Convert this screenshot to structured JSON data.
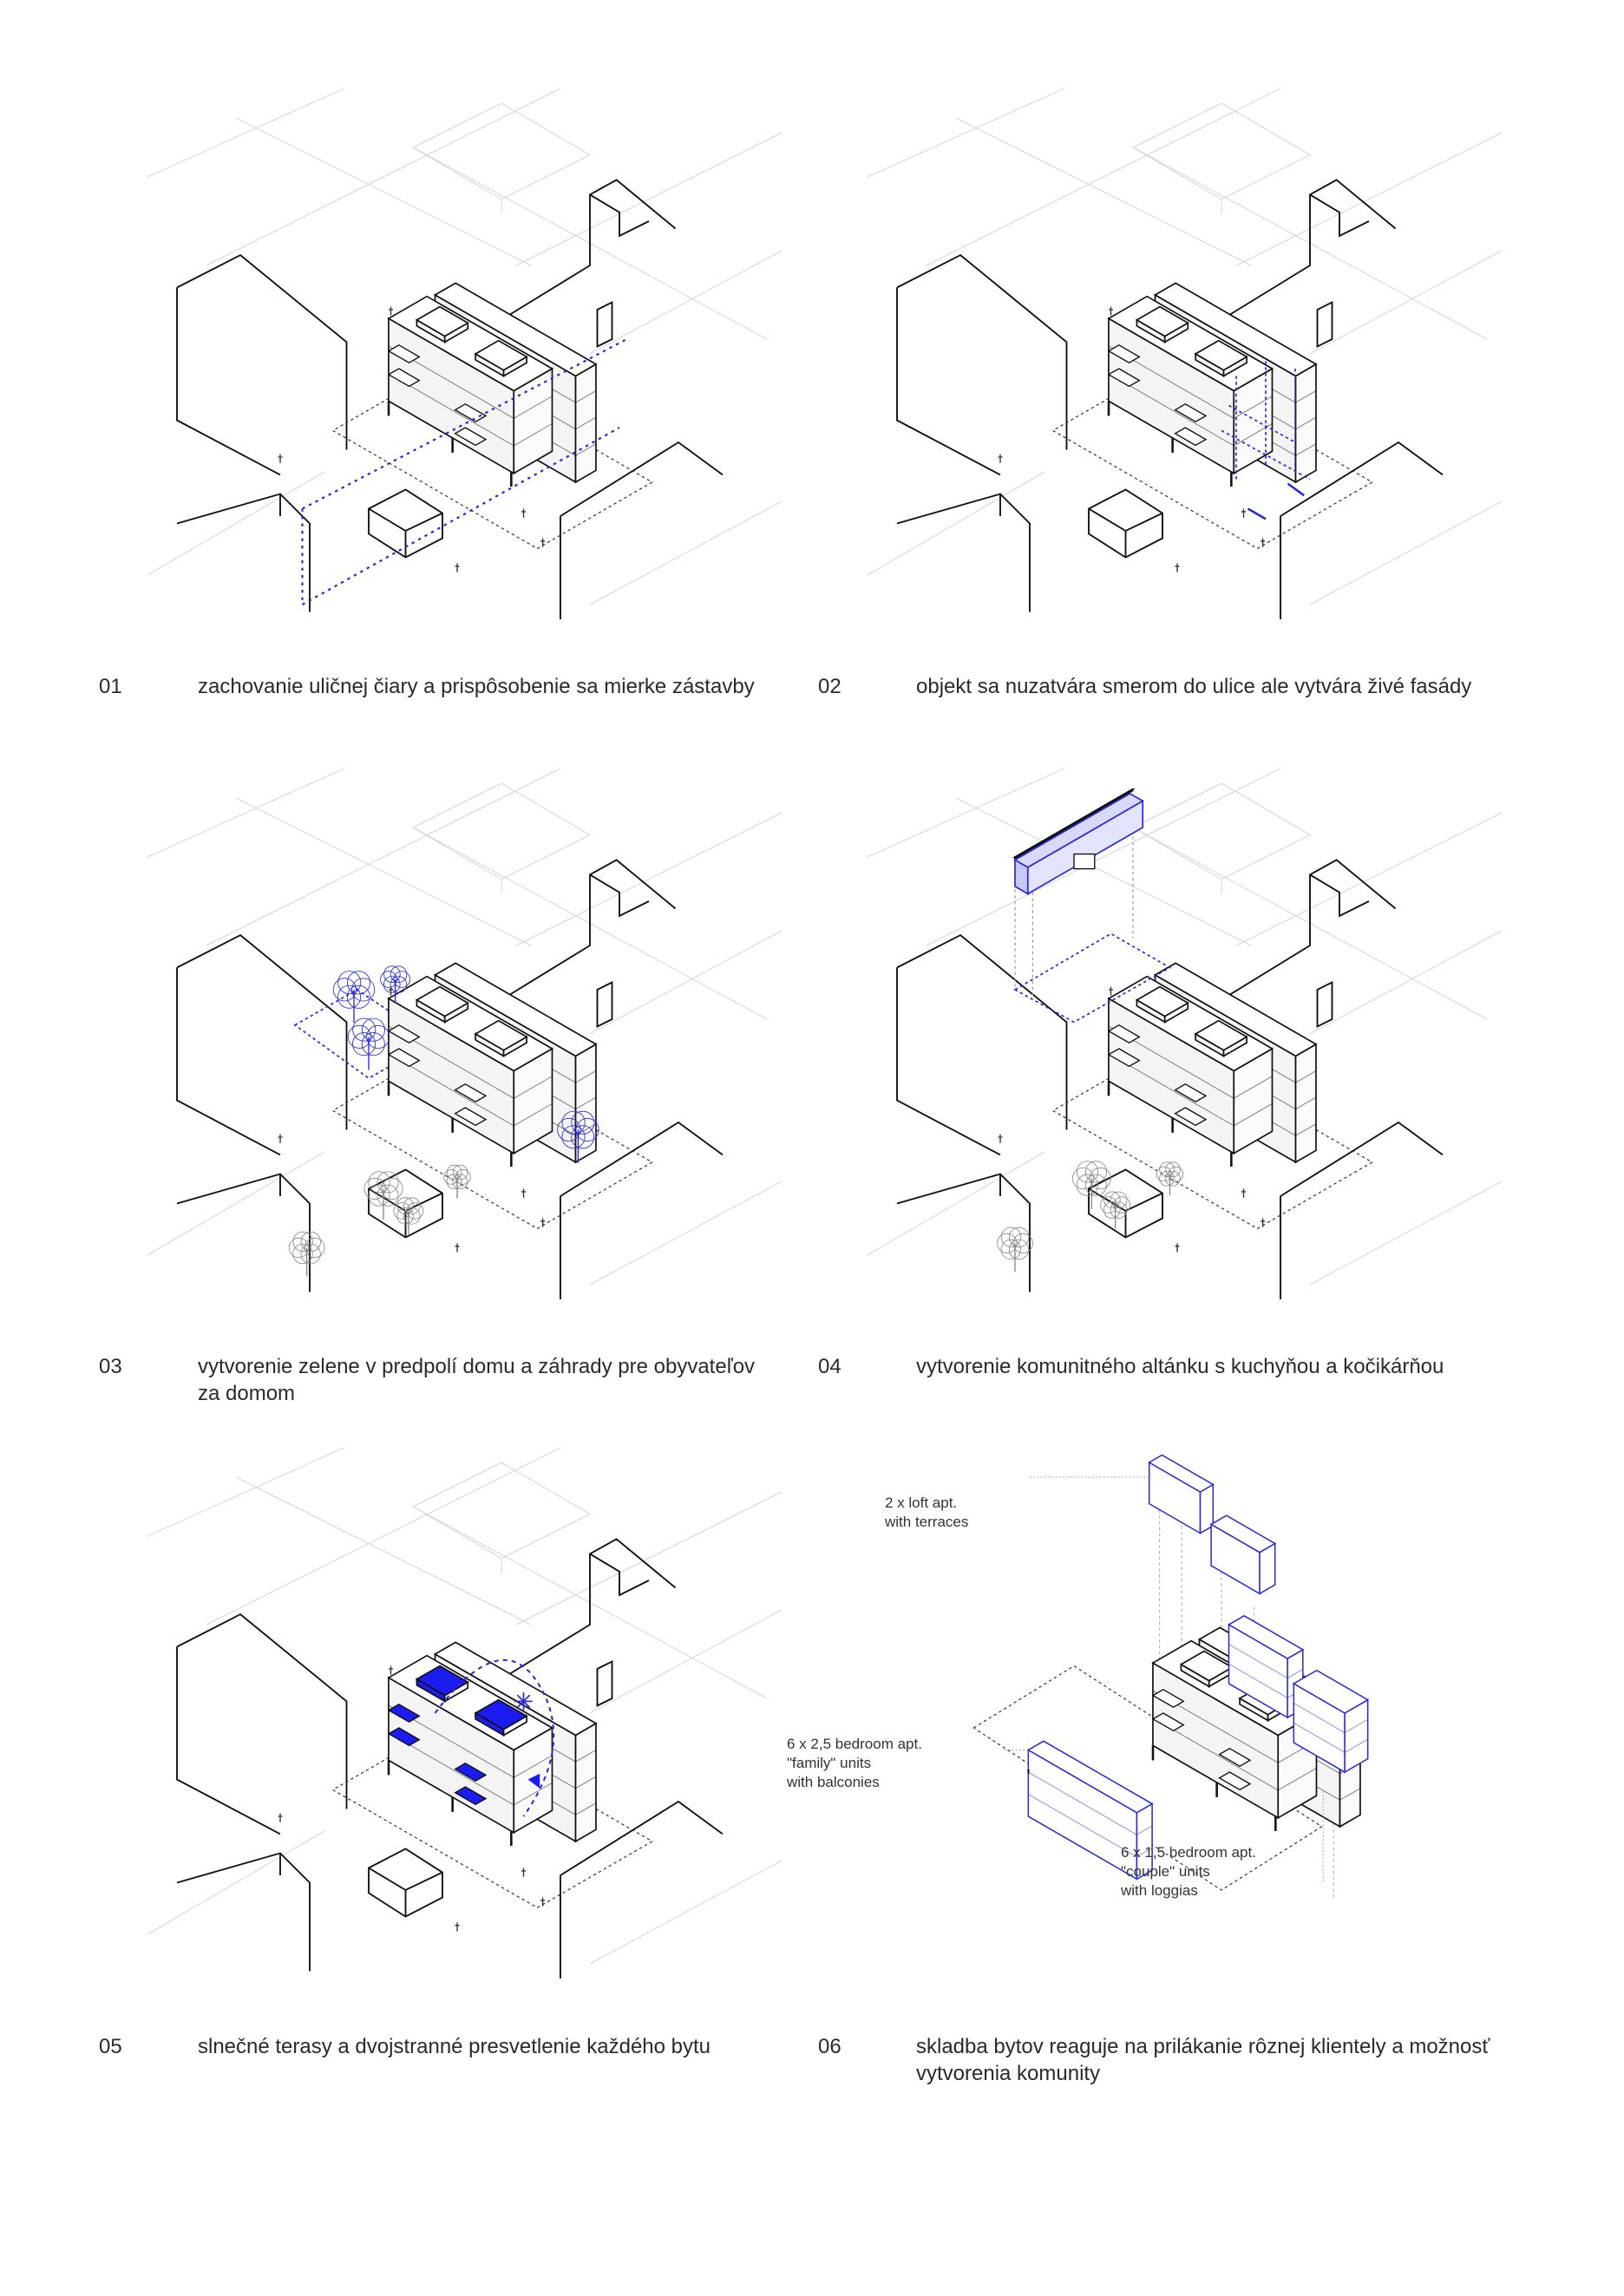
{
  "colors": {
    "accent": "#2b2bd1",
    "accent_fill": "#1c1cf0",
    "line": "#111111"
  },
  "steps": [
    {
      "number": "01",
      "caption": "zachovanie uličnej čiary a prispôsobenie sa mierke zástavby"
    },
    {
      "number": "02",
      "caption": "objekt sa nuzatvára smerom do ulice ale vytvára živé fasády"
    },
    {
      "number": "03",
      "caption": "vytvorenie zelene v predpolí domu a záhrady pre obyvateľov za domom"
    },
    {
      "number": "04",
      "caption": "vytvorenie komunitného altánku s kuchyňou a kočikárňou"
    },
    {
      "number": "05",
      "caption": "slnečné terasy a dvojstranné presvetlenie každého bytu"
    },
    {
      "number": "06",
      "caption": "skladba bytov reaguje na prilákanie rôznej klientely a možnosť vytvorenia komunity"
    }
  ],
  "unit_labels": {
    "loft": "2 x loft apt.\nwith terraces",
    "family": "6 x 2,5 bedroom apt.\n\"family\" units\nwith balconies",
    "couple": "6 x 1,5 bedroom apt.\n\"couple\" units\nwith loggias"
  }
}
